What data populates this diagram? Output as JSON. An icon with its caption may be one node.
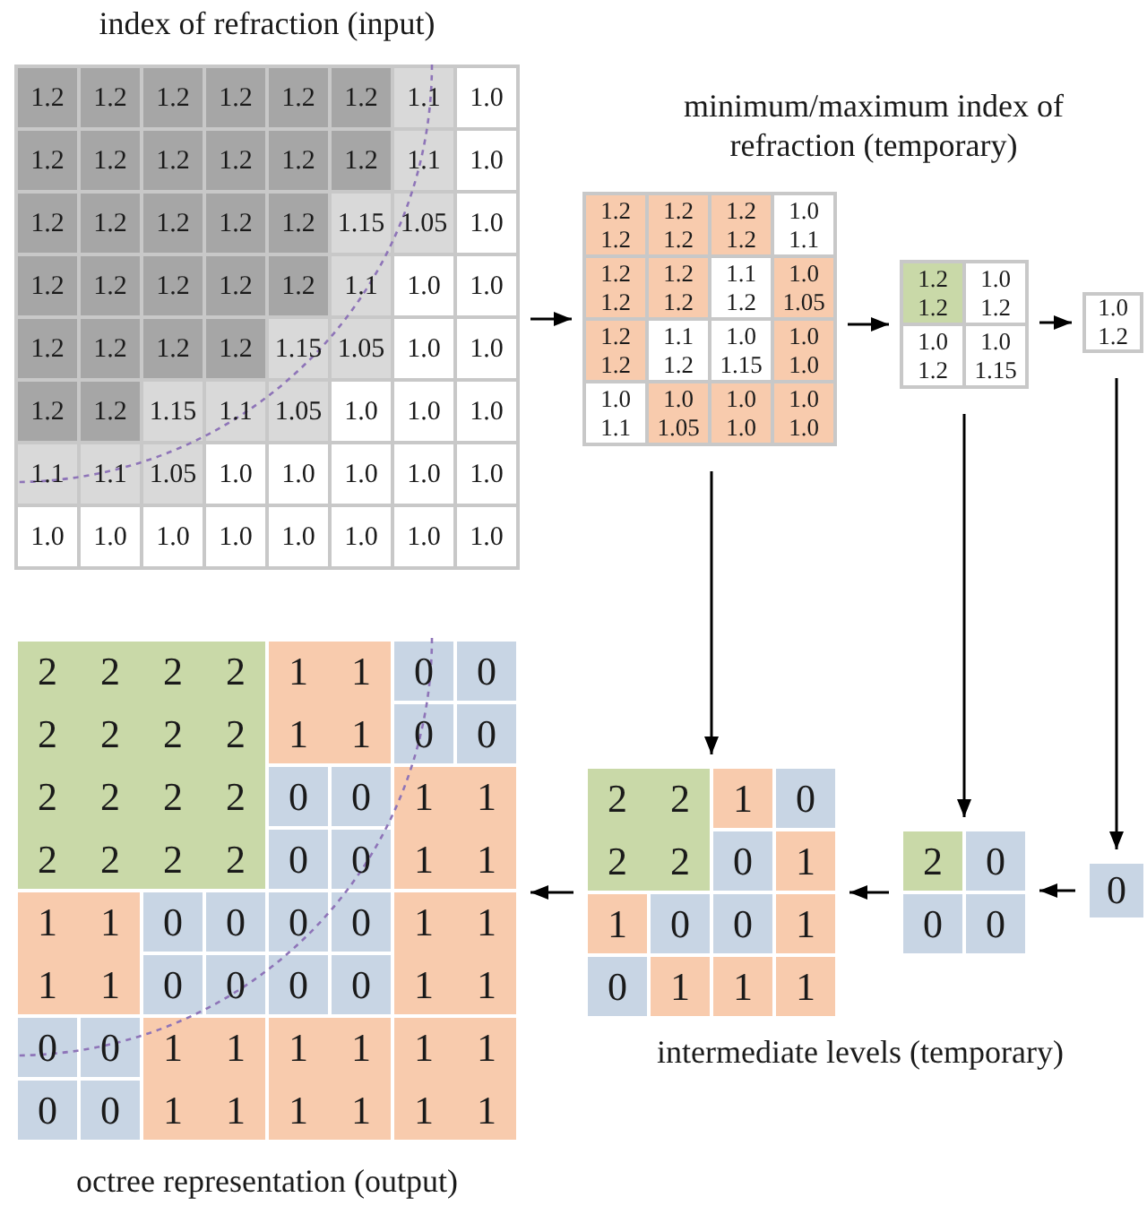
{
  "diagram": {
    "nodes": [
      {
        "text": [
          "1.2",
          "1.2",
          "1.2",
          "1.2",
          "1.2",
          "1.2",
          "1.1",
          "1.0",
          "1.2",
          "1.2",
          "1.2",
          "1.2",
          "1.2",
          "1.2",
          "1.1",
          "1.0",
          "1.2",
          "1.2",
          "1.2",
          "1.2",
          "1.2",
          "1.15",
          "1.05",
          "1.0",
          "1.2",
          "1.2",
          "1.2",
          "1.2",
          "1.2",
          "1.1",
          "1.0",
          "1.0",
          "1.2",
          "1.2",
          "1.2",
          "1.2",
          "1.15",
          "1.05",
          "1.0",
          "1.0",
          "1.2",
          "1.2",
          "1.15",
          "1.1",
          "1.05",
          "1.0",
          "1.0",
          "1.0",
          "1.1",
          "1.1",
          "1.05",
          "1.0",
          "1.0",
          "1.0",
          "1.0",
          "1.0",
          "1.0",
          "1.0",
          "1.0",
          "1.0",
          "1.0",
          "1.0",
          "1.0",
          "1.0"
        ],
        "beside": [
          "index of refraction (input)"
        ]
      },
      {
        "text": [
          "1.2",
          "1.2",
          "1.2",
          "1.2",
          "1.2",
          "1.2",
          "1.0",
          "1.1",
          "1.2",
          "1.2",
          "1.2",
          "1.2",
          "1.1",
          "1.2",
          "1.0",
          "1.05",
          "1.2",
          "1.2",
          "1.1",
          "1.2",
          "1.0",
          "1.15",
          "1.0",
          "1.0",
          "1.0",
          "1.1",
          "1.0",
          "1.05",
          "1.0",
          "1.0",
          "1.0",
          "1.0"
        ],
        "beside": [
          "minimum/maximum index of refraction (temporary)"
        ]
      },
      {
        "text": [
          "1.2",
          "1.2",
          "1.0",
          "1.2",
          "1.0",
          "1.2",
          "1.0",
          "1.15"
        ]
      },
      {
        "text": [
          "1.0",
          "1.2"
        ]
      },
      {
        "text": [
          "0"
        ]
      },
      {
        "text": [
          "2",
          "0",
          "0",
          "0"
        ]
      },
      {
        "text": [
          "2",
          "2",
          "1",
          "0",
          "2",
          "2",
          "0",
          "1",
          "1",
          "0",
          "0",
          "1",
          "0",
          "1",
          "1",
          "1"
        ]
      },
      {
        "text": [
          "2",
          "2",
          "2",
          "2",
          "1",
          "1",
          "0",
          "0",
          "2",
          "2",
          "2",
          "2",
          "1",
          "1",
          "0",
          "0",
          "2",
          "2",
          "2",
          "2",
          "0",
          "0",
          "1",
          "1",
          "2",
          "2",
          "2",
          "2",
          "0",
          "0",
          "1",
          "1",
          "1",
          "1",
          "0",
          "0",
          "0",
          "0",
          "1",
          "1",
          "1",
          "1",
          "0",
          "0",
          "0",
          "0",
          "1",
          "1",
          "0",
          "0",
          "1",
          "1",
          "1",
          "1",
          "1",
          "1",
          "0",
          "0",
          "1",
          "1",
          "1",
          "1",
          "1",
          "1"
        ],
        "beside": [
          "octree representation (output)"
        ]
      }
    ],
    "edges": [
      {
        "from": 0,
        "to": 1,
        "arrow": "to"
      },
      {
        "from": 1,
        "to": 2,
        "arrow": "to"
      },
      {
        "from": 2,
        "to": 3,
        "arrow": "to"
      },
      {
        "from": 1,
        "to": 6,
        "arrow": "to"
      },
      {
        "from": 2,
        "to": 5,
        "arrow": "to"
      },
      {
        "from": 3,
        "to": 4,
        "arrow": "to"
      },
      {
        "from": 4,
        "to": 5,
        "arrow": "to"
      },
      {
        "from": 5,
        "to": 6,
        "arrow": "to"
      },
      {
        "from": 6,
        "to": 7,
        "arrow": "to"
      }
    ],
    "labels": [
      "intermediate levels (temporary)"
    ]
  }
}
